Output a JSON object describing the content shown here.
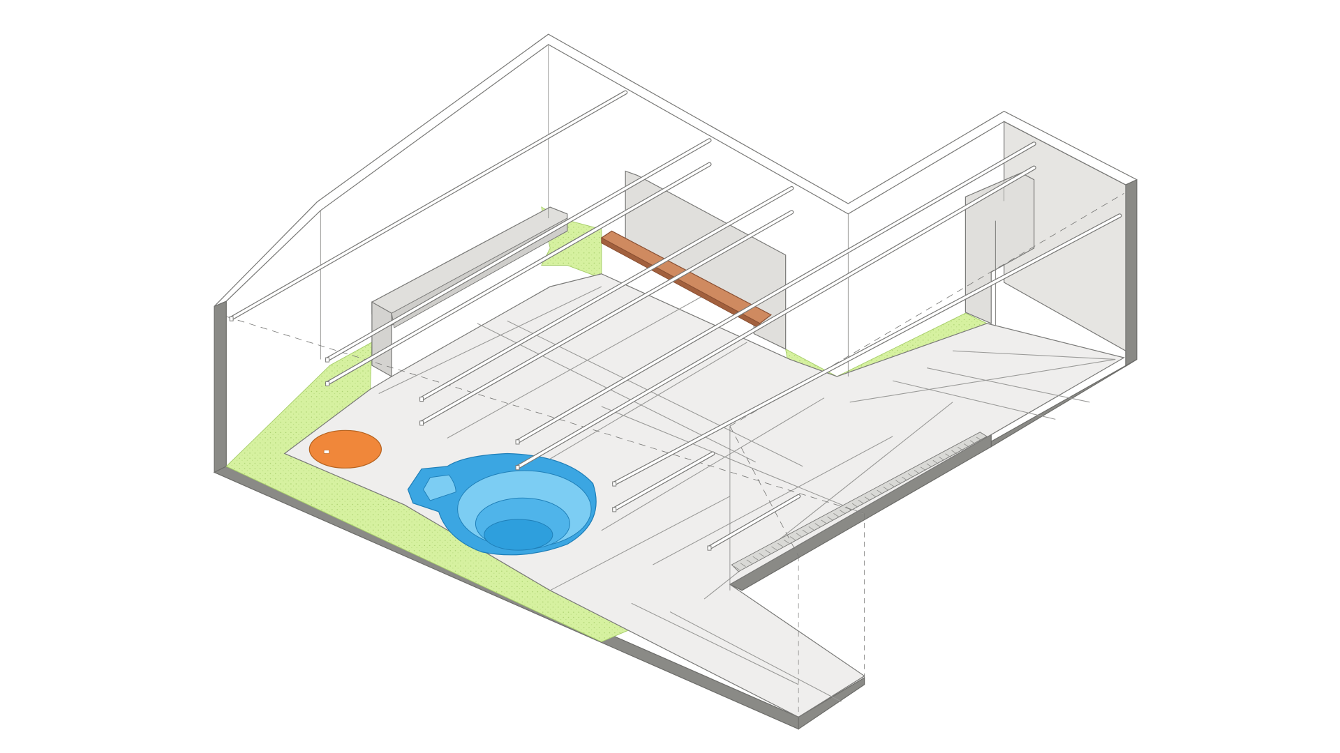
{
  "diagram": {
    "view": "axonometric",
    "colors": {
      "background": "#ffffff",
      "paving": "#efeeed",
      "paving_joint": "#9a9a98",
      "lawn": "#d6f1a0",
      "lawn_speckle": "#a8cf6c",
      "wall_face": "#e0dfdc",
      "wall_cut": "#8a8a86",
      "outline": "#7a7a78",
      "pool_rim": "#3ba6e2",
      "pool_water_light": "#7ccdf3",
      "pool_water_dark": "#2e9fdd",
      "bench": "#cf8a60",
      "bench_edge": "#8a5033",
      "round_cover": "#f0873a",
      "drain_grate": "#c9c9c6",
      "pergola_beam": "#ffffff"
    },
    "elements": [
      {
        "name": "perimeter-wall",
        "icon": "wall-icon"
      },
      {
        "name": "lawn-strip",
        "icon": "grass-icon"
      },
      {
        "name": "stone-paving",
        "icon": "paving-icon"
      },
      {
        "name": "plunge-pool",
        "icon": "pool-icon"
      },
      {
        "name": "round-hatch",
        "icon": "hatch-icon"
      },
      {
        "name": "timber-bench",
        "icon": "bench-icon"
      },
      {
        "name": "planter-wall",
        "icon": "planter-icon"
      },
      {
        "name": "pergola-beams",
        "icon": "pergola-icon"
      },
      {
        "name": "drain-grate",
        "icon": "grate-icon"
      },
      {
        "name": "storage-cabinet",
        "icon": "cabinet-icon"
      }
    ]
  }
}
